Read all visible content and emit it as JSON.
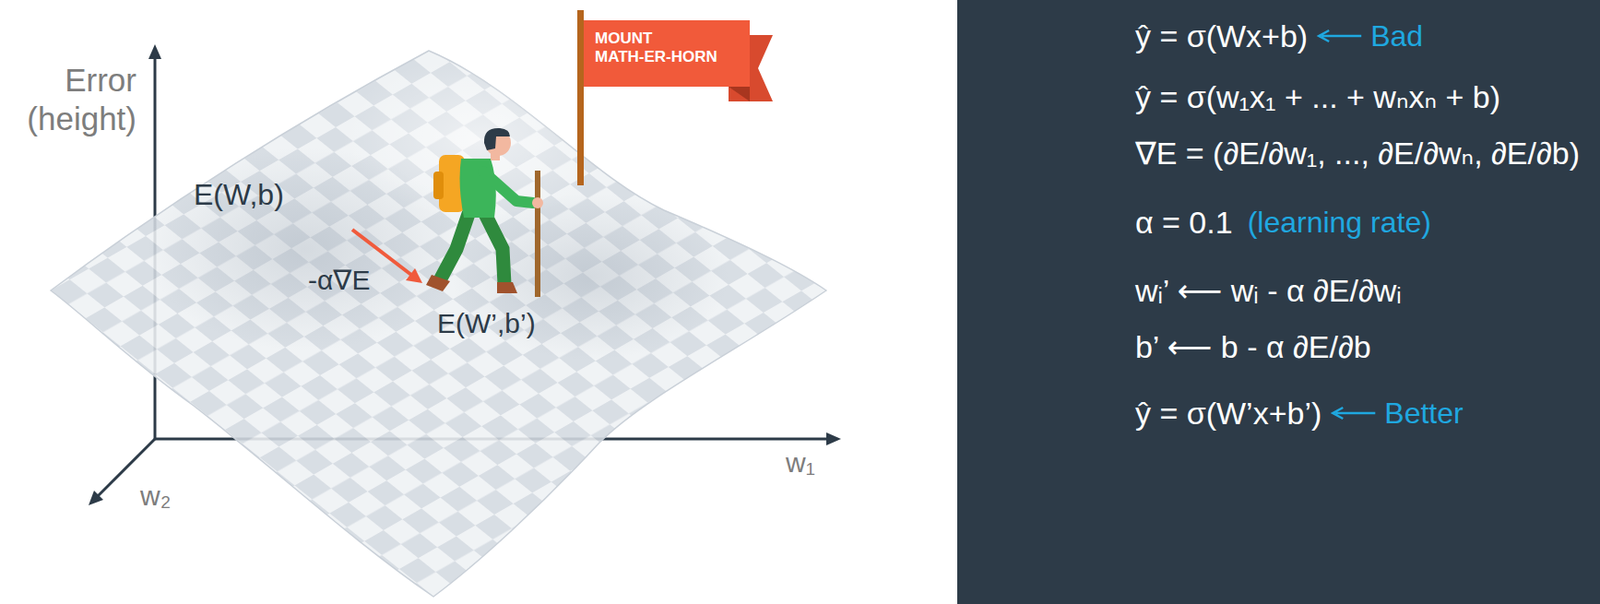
{
  "diagram": {
    "nodes": [
      {
        "text": [
          "MOUNT MATH-ER-HORN"
        ]
      },
      {
        "text": [
          "ŷ = σ(Wx+b)",
          "Bad",
          "ŷ = σ(w₁x₁ + ... + wₙxₙ + b)",
          "∇E = (∂E/∂w₁, ..., ∂E/∂wₙ, ∂E/∂b)",
          "α = 0.1",
          "(learning rate)",
          "wᵢ’ ⟵ wᵢ - α ∂E/∂wᵢ",
          "b’ ⟵ b - α ∂E/∂b",
          "ŷ = σ(W’x+b’)",
          "Better"
        ]
      }
    ],
    "labels": [
      "Error (height)",
      "E(W,b)",
      "-α∇E",
      "E(W’,b’)",
      "w₁",
      "w₂"
    ]
  }
}
